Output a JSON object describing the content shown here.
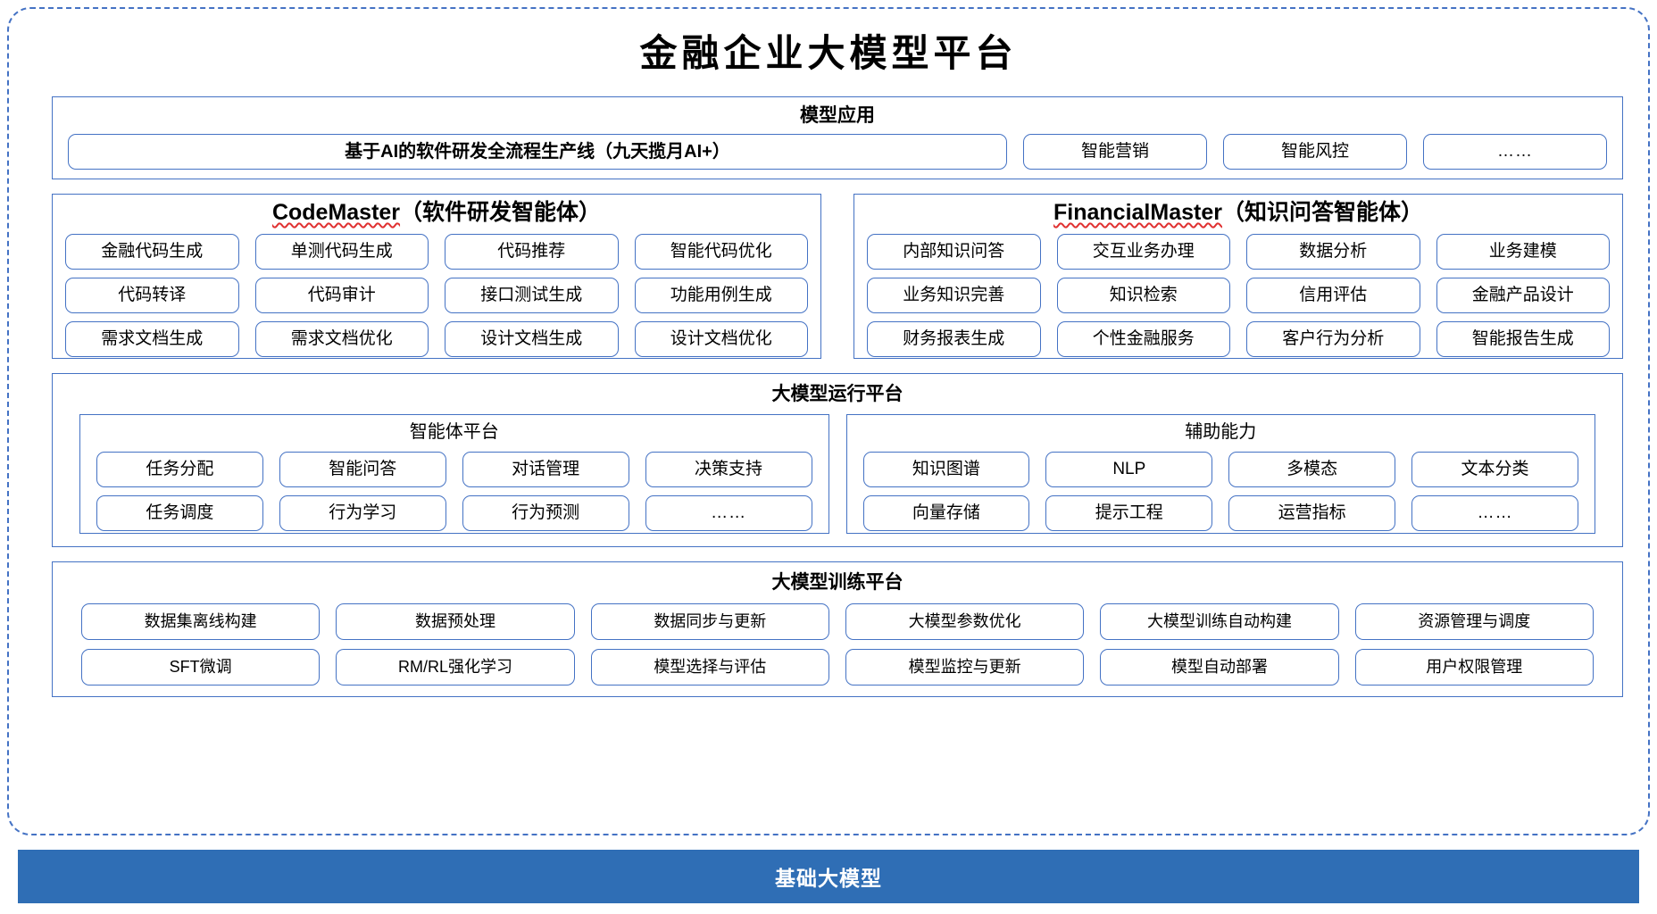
{
  "title": "金融企业大模型平台",
  "colors": {
    "accent": "#4472c4",
    "footer_bg": "#2f6eb5",
    "spellcheck_underline": "#e03131",
    "text": "#000000"
  },
  "sections": {
    "model_application": {
      "title": "模型应用",
      "items": [
        "基于AI的软件研发全流程生产线（九天揽月AI+）",
        "智能营销",
        "智能风控",
        "……"
      ]
    },
    "code_master": {
      "title_en": "CodeMaster",
      "title_cn": "（软件研发智能体）",
      "rows": [
        [
          "金融代码生成",
          "单测代码生成",
          "代码推荐",
          "智能代码优化"
        ],
        [
          "代码转译",
          "代码审计",
          "接口测试生成",
          "功能用例生成"
        ],
        [
          "需求文档生成",
          "需求文档优化",
          "设计文档生成",
          "设计文档优化"
        ]
      ]
    },
    "financial_master": {
      "title_en": "FinancialMaster",
      "title_cn": "（知识问答智能体）",
      "rows": [
        [
          "内部知识问答",
          "交互业务办理",
          "数据分析",
          "业务建模"
        ],
        [
          "业务知识完善",
          "知识检索",
          "信用评估",
          "金融产品设计"
        ],
        [
          "财务报表生成",
          "个性金融服务",
          "客户行为分析",
          "智能报告生成"
        ]
      ]
    },
    "run_platform": {
      "title": "大模型运行平台",
      "agent_platform": {
        "title": "智能体平台",
        "rows": [
          [
            "任务分配",
            "智能问答",
            "对话管理",
            "决策支持"
          ],
          [
            "任务调度",
            "行为学习",
            "行为预测",
            "……"
          ]
        ]
      },
      "auxiliary": {
        "title": "辅助能力",
        "rows": [
          [
            "知识图谱",
            "NLP",
            "多模态",
            "文本分类"
          ],
          [
            "向量存储",
            "提示工程",
            "运营指标",
            "……"
          ]
        ]
      }
    },
    "train_platform": {
      "title": "大模型训练平台",
      "rows": [
        [
          "数据集离线构建",
          "数据预处理",
          "数据同步与更新",
          "大模型参数优化",
          "大模型训练自动构建",
          "资源管理与调度"
        ],
        [
          "SFT微调",
          "RM/RL强化学习",
          "模型选择与评估",
          "模型监控与更新",
          "模型自动部署",
          "用户权限管理"
        ]
      ]
    },
    "foundation": {
      "label": "基础大模型"
    }
  }
}
